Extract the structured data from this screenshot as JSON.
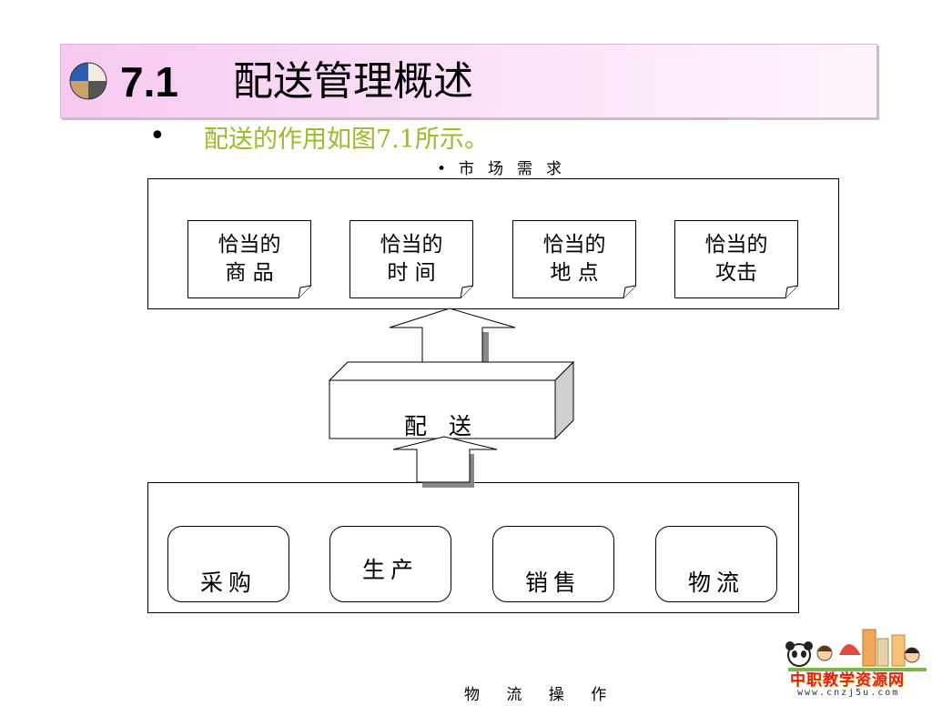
{
  "title": {
    "number": "7.1",
    "text": "配送管理概述"
  },
  "bullet": {
    "text": "配送的作用如图7.1所示。"
  },
  "diagram": {
    "market_caption": "市场需求",
    "market_items": [
      {
        "line1": "恰当的",
        "line2": "商 品"
      },
      {
        "line1": "恰当的",
        "line2": "时 间"
      },
      {
        "line1": "恰当的",
        "line2": "地 点"
      },
      {
        "line1": "恰当的",
        "line2": "攻击"
      }
    ],
    "center_label": "配 送",
    "source_items": [
      "采购",
      "生产",
      "销售",
      "物流"
    ]
  },
  "footer": {
    "text": "物 流 操 作"
  },
  "logo": {
    "title": "中职教学资源网",
    "url": "www.cnzj5u.com"
  },
  "colors": {
    "bullet_text": "#9bbb2a",
    "banner": "#f7c9f2",
    "logo_red": "#e0201b"
  },
  "icons": {
    "title": "quartered-circle-icon",
    "bullet": "bullet-dot-icon"
  }
}
